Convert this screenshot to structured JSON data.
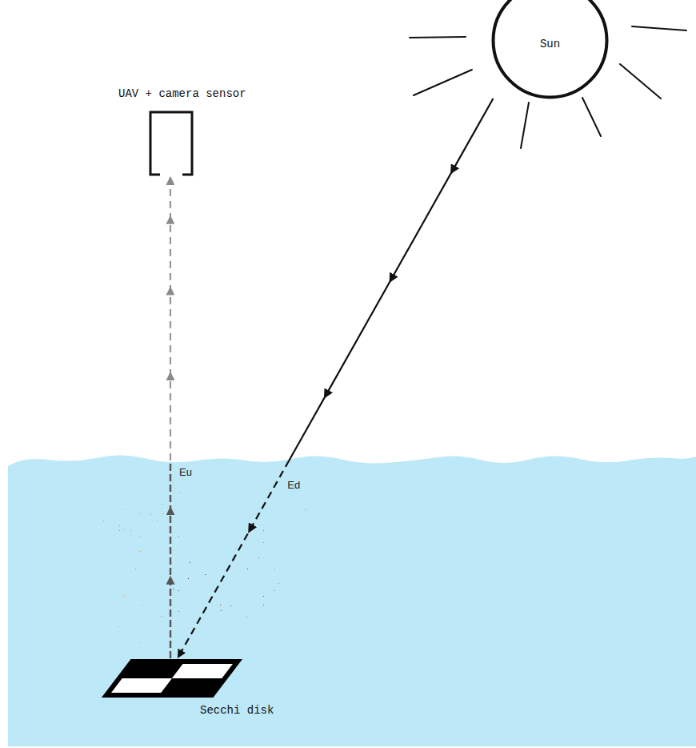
{
  "diagram": {
    "nodes": [
      {
        "text": [
          "Sun"
        ]
      },
      {
        "text": [
          "UAV + camera sensor"
        ]
      },
      {
        "text": [
          "Secchi disk"
        ]
      }
    ],
    "edges": [
      {
        "from": 0,
        "to": 2,
        "arrow": "to",
        "label": "Ed"
      },
      {
        "from": 2,
        "to": 1,
        "arrow": "to",
        "label": "Eu"
      }
    ]
  }
}
